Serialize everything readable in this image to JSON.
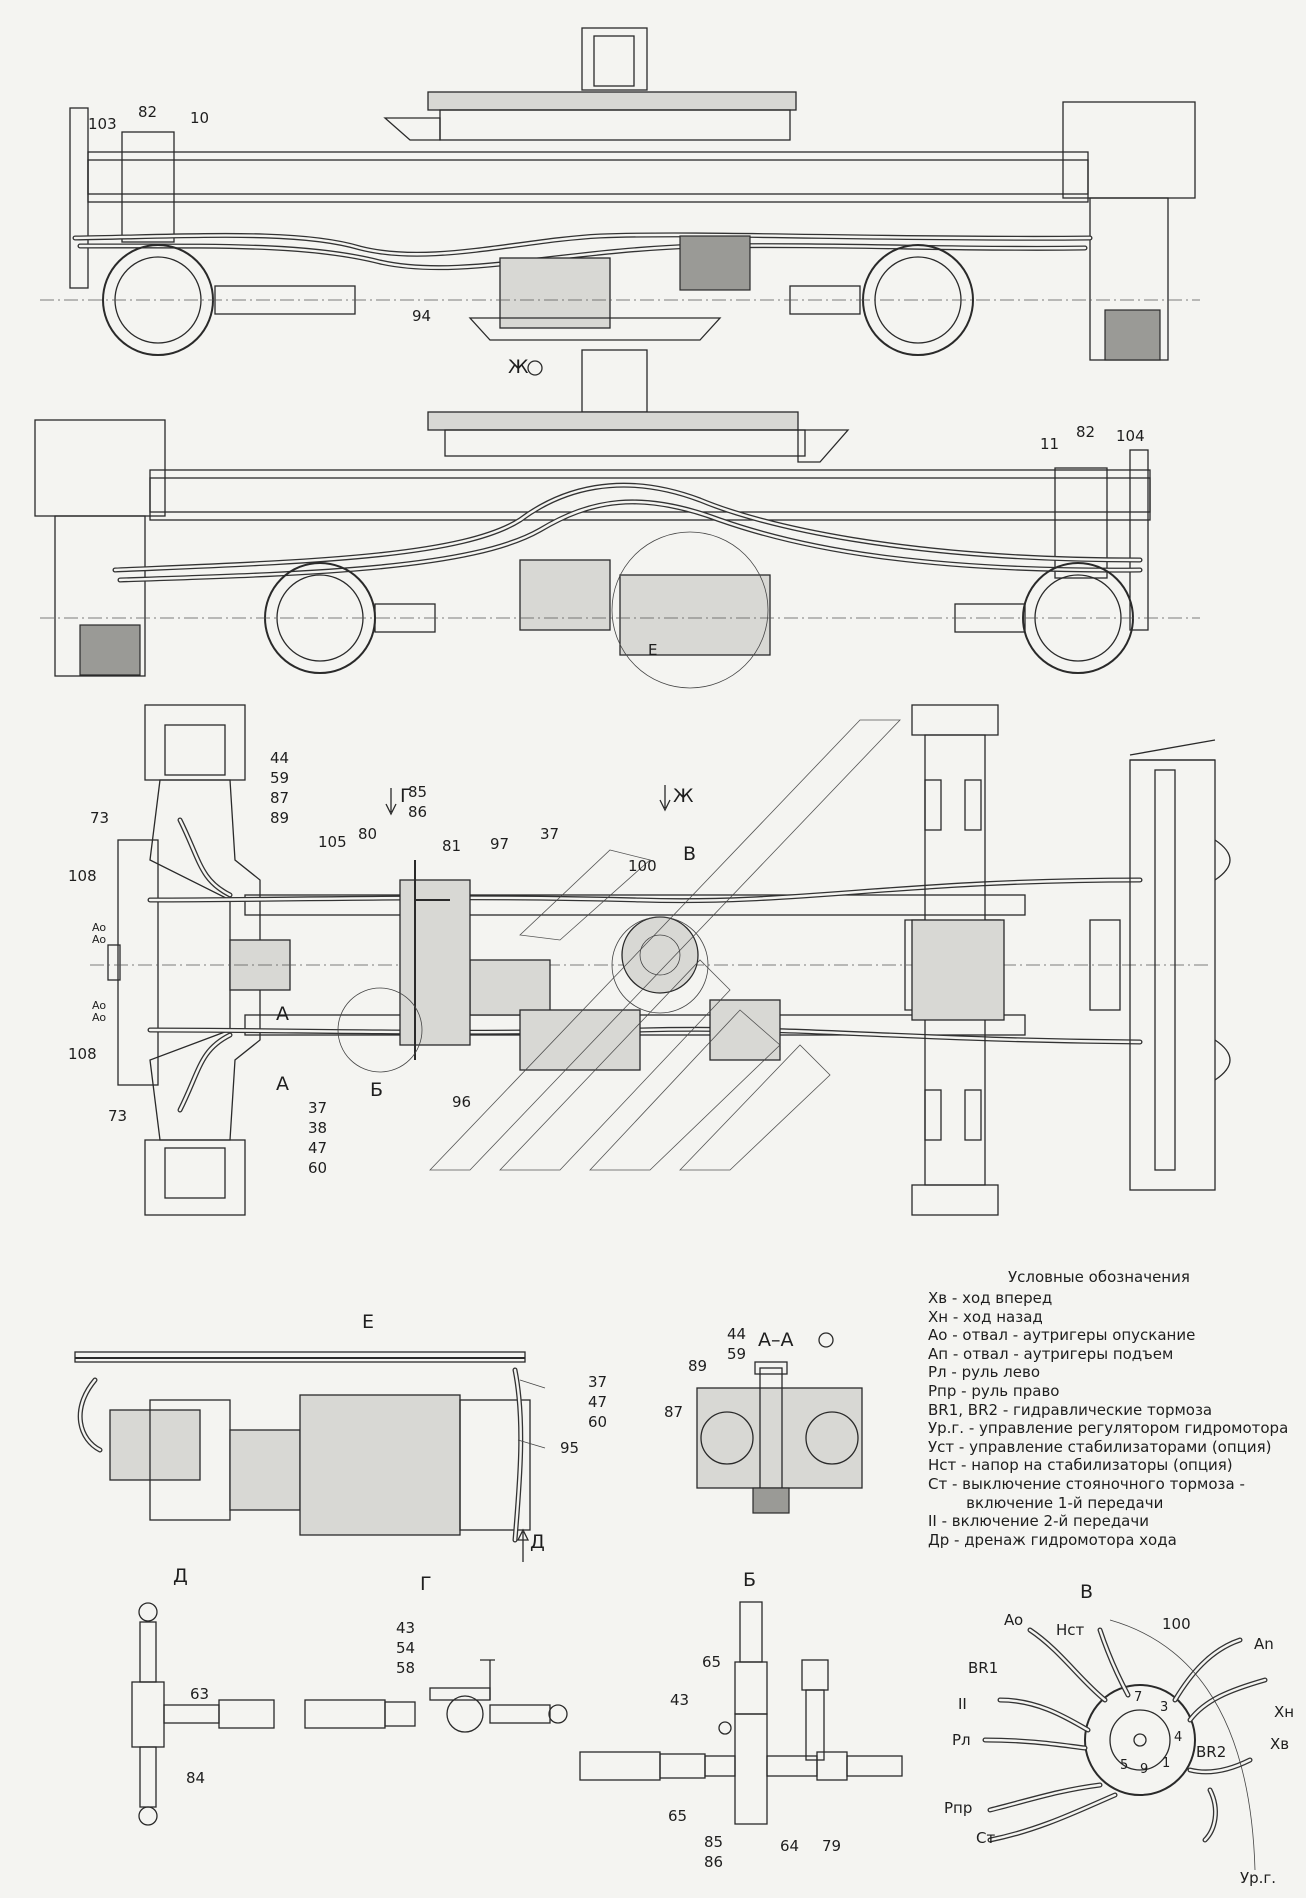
{
  "views": {
    "zh_title": "Ж",
    "e_title": "Е",
    "aa_title": "А–А",
    "d_title": "Д",
    "g_title": "Г",
    "b_title": "Б",
    "v_title": "В",
    "arrow_g": "Г",
    "arrow_zh": "Ж",
    "arrow_d": "Д",
    "circle_e": "Е",
    "circle_b": "Б",
    "circle_v": "В",
    "section_a": "А"
  },
  "callouts": {
    "side1": [
      "103",
      "82",
      "10",
      "94"
    ],
    "side2": [
      "11",
      "82",
      "104"
    ],
    "plan": {
      "c44": "44",
      "c59": "59",
      "c87": "87",
      "c89": "89",
      "c73a": "73",
      "c108a": "108",
      "c105": "105",
      "c80": "80",
      "c85": "85",
      "c86": "86",
      "c81": "81",
      "c97": "97",
      "c37": "37",
      "c100": "100",
      "c108b": "108",
      "c73b": "73",
      "c96": "96",
      "stack": [
        "37",
        "38",
        "47",
        "60"
      ],
      "ports": [
        "Ao",
        "Ao",
        "Ao",
        "Ao"
      ]
    },
    "e": [
      "37",
      "47",
      "60",
      "95"
    ],
    "aa": [
      "44",
      "59",
      "89",
      "87"
    ],
    "d": [
      "63",
      "84"
    ],
    "g": [
      "43",
      "54",
      "58"
    ],
    "b": [
      "65",
      "43",
      "65",
      "85",
      "86",
      "64",
      "79"
    ],
    "v": {
      "ao": "Ao",
      "nst": "Нст",
      "n100": "100",
      "ap": "An",
      "br1": "BR1",
      "xn": "Хн",
      "ii": "II",
      "rl": "Рл",
      "br2": "BR2",
      "xv": "Хв",
      "rpr": "Рпр",
      "st": "Ст",
      "urg": "Ур.г.",
      "n7": "7",
      "n3": "3",
      "n4": "4",
      "n5": "5",
      "n9": "9",
      "n1": "1"
    }
  },
  "legend": {
    "title": "Условные обозначения",
    "items": [
      "Хв - ход вперед",
      "Хн - ход назад",
      "Ао - отвал - аутригеры опускание",
      "Ап - отвал - аутригеры подъем",
      "Рл - руль лево",
      "Рпр - руль право",
      "BR1, BR2 - гидравлические тормоза",
      "Ур.г. - управление регулятором гидромотора",
      "Уст - управление стабилизаторами (опция)",
      "Нст - напор на стабилизаторы (опция)",
      "Ст - выключение стояночного тормоза -",
      "        включение 1-й передачи",
      "II - включение 2-й передачи",
      "Др - дренаж гидромотора хода"
    ]
  }
}
